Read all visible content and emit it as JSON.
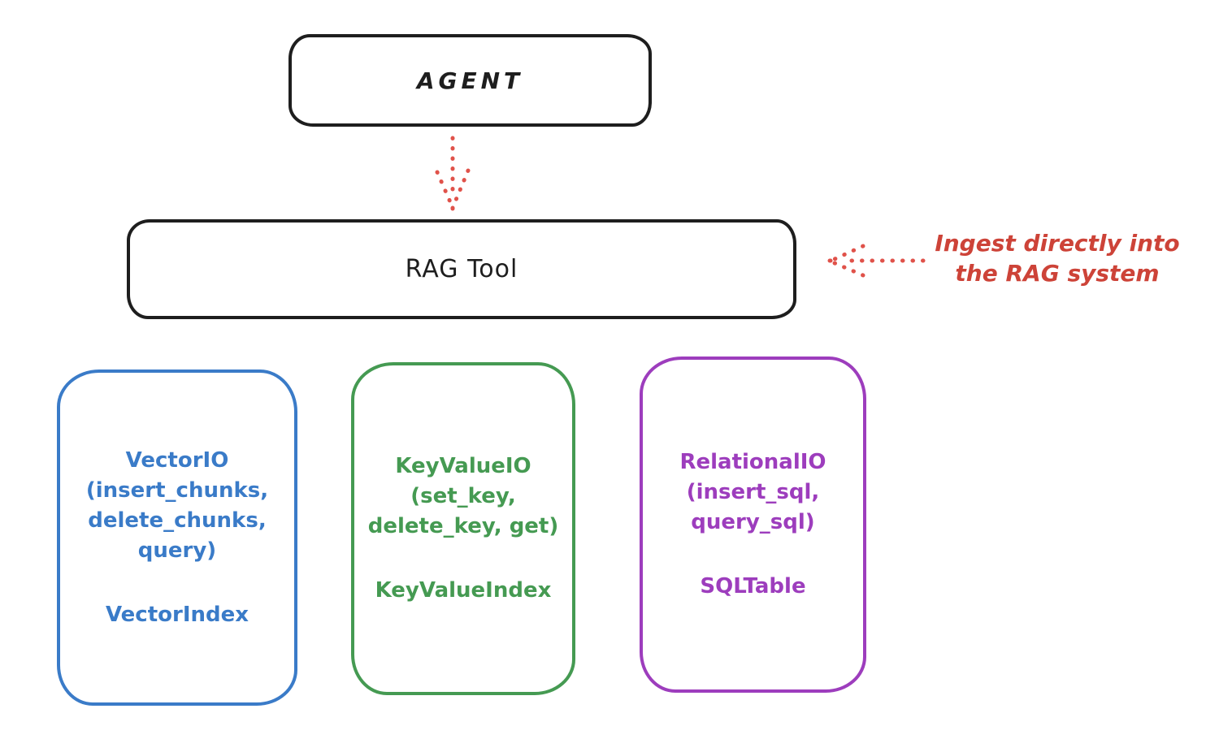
{
  "diagram": {
    "title": "Agent RAG Tool storage backends diagram",
    "stroke_color": "#1e1e1e",
    "agent": {
      "label": "AGENT"
    },
    "rag_tool": {
      "label": "RAG Tool"
    },
    "annotation": {
      "label": "Ingest directly into\nthe RAG system",
      "color": "#cd4338"
    },
    "arrows": [
      {
        "name": "agent-to-rag-tool",
        "style": "dotted",
        "direction": "down",
        "color": "#e0524a"
      },
      {
        "name": "ingest-into-rag",
        "style": "dotted",
        "direction": "left",
        "color": "#e0524a"
      }
    ],
    "cards": [
      {
        "name": "vector-io",
        "color": "#3a7bc8",
        "io_text": "VectorIO\n(insert_chunks,\ndelete_chunks,\nquery)",
        "index_text": "VectorIndex"
      },
      {
        "name": "keyvalue-io",
        "color": "#459a52",
        "io_text": "KeyValueIO\n(set_key,\ndelete_key, get)",
        "index_text": "KeyValueIndex"
      },
      {
        "name": "relational-io",
        "color": "#9d3dbd",
        "io_text": "RelationalIO\n(insert_sql,\nquery_sql)",
        "index_text": "SQLTable"
      }
    ]
  }
}
